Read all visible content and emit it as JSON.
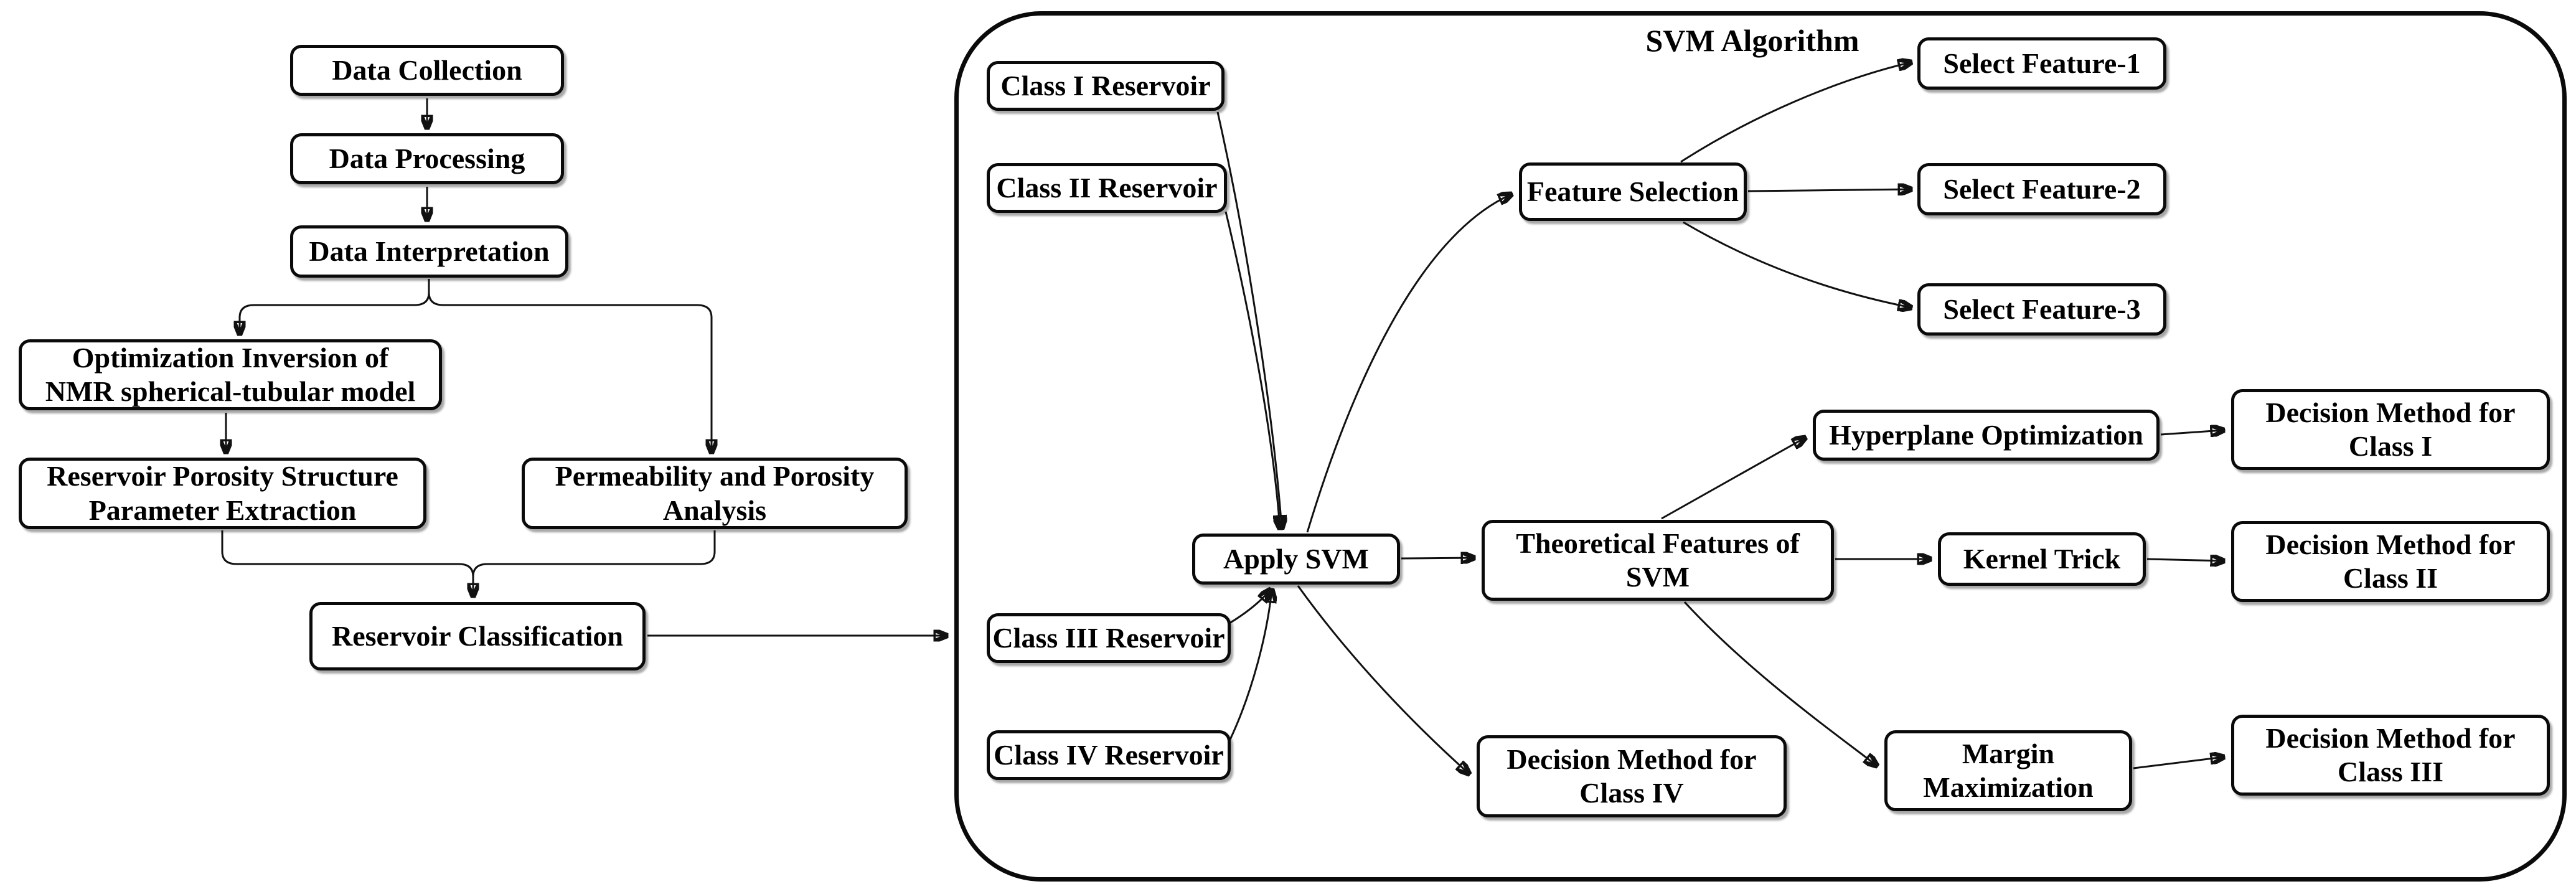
{
  "diagram": {
    "title": "SVM Algorithm",
    "colors": {
      "ink": "#000000",
      "background": "#ffffff"
    },
    "nodes": {
      "data_collection": {
        "label": "Data Collection"
      },
      "data_processing": {
        "label": "Data Processing"
      },
      "data_interpretation": {
        "label": "Data Interpretation"
      },
      "optimization_inversion": {
        "label": "Optimization Inversion of\nNMR spherical-tubular model"
      },
      "reservoir_porosity": {
        "label": "Reservoir Porosity Structure\nParameter Extraction"
      },
      "permeability_porosity": {
        "label": "Permeability and Porosity\nAnalysis"
      },
      "reservoir_classification": {
        "label": "Reservoir Classification"
      },
      "class_i_reservoir": {
        "label": "Class I Reservoir"
      },
      "class_ii_reservoir": {
        "label": "Class II Reservoir"
      },
      "class_iii_reservoir": {
        "label": "Class III Reservoir"
      },
      "class_iv_reservoir": {
        "label": "Class IV Reservoir"
      },
      "apply_svm": {
        "label": "Apply SVM"
      },
      "feature_selection": {
        "label": "Feature Selection"
      },
      "select_feature_1": {
        "label": "Select Feature-1"
      },
      "select_feature_2": {
        "label": "Select Feature-2"
      },
      "select_feature_3": {
        "label": "Select Feature-3"
      },
      "theoretical_features": {
        "label": "Theoretical Features of\nSVM"
      },
      "hyperplane_optimization": {
        "label": "Hyperplane Optimization"
      },
      "kernel_trick": {
        "label": "Kernel Trick"
      },
      "margin_maximization": {
        "label": "Margin\nMaximization"
      },
      "decision_method_class_i": {
        "label": "Decision Method for\nClass I"
      },
      "decision_method_class_ii": {
        "label": "Decision Method for\nClass II"
      },
      "decision_method_class_iii": {
        "label": "Decision Method for\nClass III"
      },
      "decision_method_class_iv": {
        "label": "Decision Method for\nClass IV"
      }
    },
    "edges": [
      {
        "from": "data_collection",
        "to": "data_processing"
      },
      {
        "from": "data_processing",
        "to": "data_interpretation"
      },
      {
        "from": "data_interpretation",
        "to": "optimization_inversion"
      },
      {
        "from": "data_interpretation",
        "to": "permeability_porosity"
      },
      {
        "from": "optimization_inversion",
        "to": "reservoir_porosity"
      },
      {
        "from": "reservoir_porosity",
        "to": "reservoir_classification"
      },
      {
        "from": "permeability_porosity",
        "to": "reservoir_classification"
      },
      {
        "from": "reservoir_classification",
        "to": "svm_algorithm_container"
      },
      {
        "from": "class_i_reservoir",
        "to": "apply_svm"
      },
      {
        "from": "class_ii_reservoir",
        "to": "apply_svm"
      },
      {
        "from": "class_iii_reservoir",
        "to": "apply_svm"
      },
      {
        "from": "class_iv_reservoir",
        "to": "apply_svm"
      },
      {
        "from": "apply_svm",
        "to": "feature_selection"
      },
      {
        "from": "feature_selection",
        "to": "select_feature_1"
      },
      {
        "from": "feature_selection",
        "to": "select_feature_2"
      },
      {
        "from": "feature_selection",
        "to": "select_feature_3"
      },
      {
        "from": "apply_svm",
        "to": "theoretical_features"
      },
      {
        "from": "theoretical_features",
        "to": "hyperplane_optimization"
      },
      {
        "from": "theoretical_features",
        "to": "kernel_trick"
      },
      {
        "from": "theoretical_features",
        "to": "margin_maximization"
      },
      {
        "from": "hyperplane_optimization",
        "to": "decision_method_class_i"
      },
      {
        "from": "kernel_trick",
        "to": "decision_method_class_ii"
      },
      {
        "from": "margin_maximization",
        "to": "decision_method_class_iii"
      },
      {
        "from": "apply_svm",
        "to": "decision_method_class_iv"
      }
    ]
  }
}
